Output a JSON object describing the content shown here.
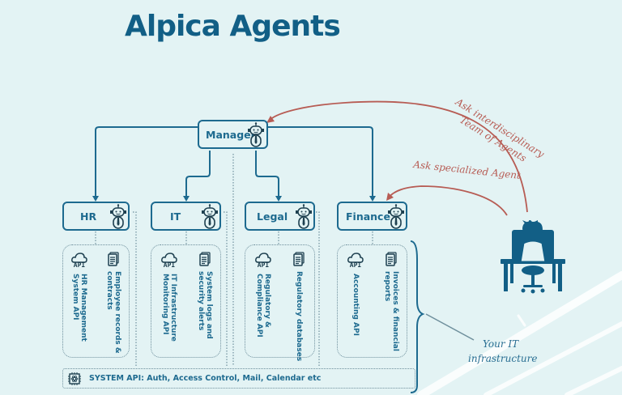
{
  "title": "Alpica Agents",
  "colors": {
    "background": "#e3f3f4",
    "primary": "#1d6a8f",
    "title": "#125f86",
    "annotation_red": "#b75c54",
    "icon_dark": "#1e4050"
  },
  "manager": {
    "label": "Manager",
    "icon": "robot-agent-icon"
  },
  "agents": [
    {
      "label": "HR",
      "icon": "robot-agent-icon",
      "resources": [
        {
          "icon": "cloud-api-icon",
          "icon_text": "API",
          "label": "HR Management\nSystem API"
        },
        {
          "icon": "document-icon",
          "label": "Employee records &\ncontracts"
        }
      ]
    },
    {
      "label": "IT",
      "icon": "robot-agent-icon",
      "resources": [
        {
          "icon": "cloud-api-icon",
          "icon_text": "API",
          "label": "IT Infrastructure\nMonitoring API"
        },
        {
          "icon": "document-icon",
          "label": "System logs and\nsecurity alerts"
        }
      ]
    },
    {
      "label": "Legal",
      "icon": "robot-agent-icon",
      "resources": [
        {
          "icon": "cloud-api-icon",
          "icon_text": "API",
          "label": "Regulatory &\nCompliance API"
        },
        {
          "icon": "document-icon",
          "label": "Regulatory databases"
        }
      ]
    },
    {
      "label": "Finance",
      "icon": "robot-agent-icon",
      "resources": [
        {
          "icon": "cloud-api-icon",
          "icon_text": "API",
          "label": "Accounting API"
        },
        {
          "icon": "document-icon",
          "label": "Invoices & financial\nreports"
        }
      ]
    }
  ],
  "system_api": {
    "icon": "chip-icon",
    "label": "SYSTEM API: Auth, Access Control, Mail, Calendar etc"
  },
  "annotations": {
    "team": "Ask interdisciplinary\nTeam of Agents",
    "specialized": "Ask specialized Agent",
    "infra_line1": "Your IT",
    "infra_line2": "infrastructure"
  },
  "user_icon": "user-at-computer-icon"
}
